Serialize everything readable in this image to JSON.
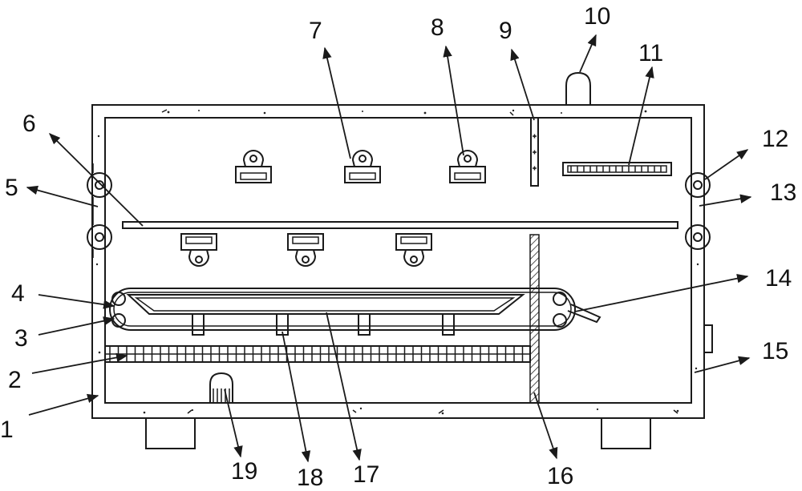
{
  "figure": {
    "type": "patent-mechanical-drawing",
    "line_color": "#1a1a1a",
    "background": "#ffffff",
    "callouts": [
      {
        "id": "1",
        "text": "1"
      },
      {
        "id": "2",
        "text": "2"
      },
      {
        "id": "3",
        "text": "3"
      },
      {
        "id": "4",
        "text": "4"
      },
      {
        "id": "5",
        "text": "5"
      },
      {
        "id": "6",
        "text": "6"
      },
      {
        "id": "7",
        "text": "7"
      },
      {
        "id": "8",
        "text": "8"
      },
      {
        "id": "9",
        "text": "9"
      },
      {
        "id": "10",
        "text": "10"
      },
      {
        "id": "11",
        "text": "11"
      },
      {
        "id": "12",
        "text": "12"
      },
      {
        "id": "13",
        "text": "13"
      },
      {
        "id": "14",
        "text": "14"
      },
      {
        "id": "15",
        "text": "15"
      },
      {
        "id": "16",
        "text": "16"
      },
      {
        "id": "17",
        "text": "17"
      },
      {
        "id": "18",
        "text": "18"
      },
      {
        "id": "19",
        "text": "19"
      }
    ]
  }
}
